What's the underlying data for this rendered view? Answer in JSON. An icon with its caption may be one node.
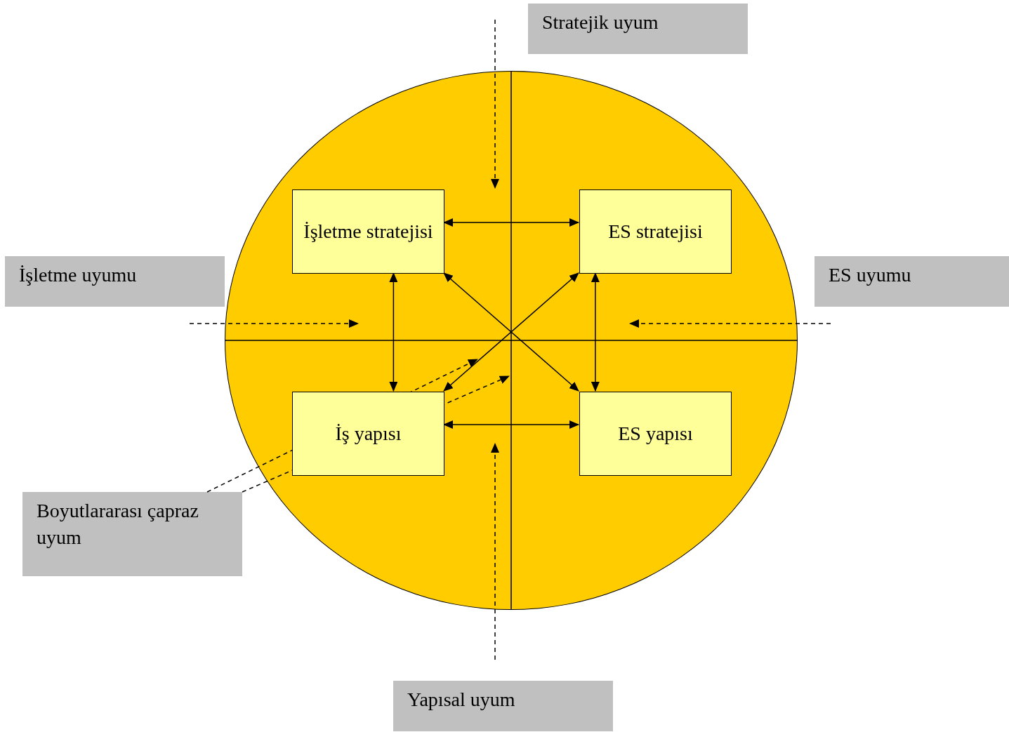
{
  "diagram": {
    "nodes": [
      {
        "text": [],
        "shape": "circle"
      },
      {
        "text": [
          "İşletme stratejisi"
        ],
        "in": 0
      },
      {
        "text": [
          "ES stratejisi"
        ],
        "in": 0
      },
      {
        "text": [
          "İş yapısı"
        ],
        "in": 0
      },
      {
        "text": [
          "ES yapısı"
        ],
        "in": 0
      },
      {
        "text": [
          "Stratejik uyum"
        ]
      },
      {
        "text": [
          "İşletme uyumu"
        ]
      },
      {
        "text": [
          "ES uyumu"
        ]
      },
      {
        "text": [
          "Boyutlararası çapraz uyum"
        ]
      },
      {
        "text": [
          "Yapısal uyum"
        ]
      }
    ],
    "edges": [
      {
        "from": 1,
        "to": 2,
        "arrow": "both"
      },
      {
        "from": 1,
        "to": 3,
        "arrow": "both"
      },
      {
        "from": 2,
        "to": 4,
        "arrow": "both"
      },
      {
        "from": 1,
        "to": 4,
        "arrow": "both"
      },
      {
        "from": 2,
        "to": 3,
        "arrow": "both"
      },
      {
        "from": 3,
        "to": 4,
        "arrow": "both"
      },
      {
        "from": 5,
        "to": null,
        "arrow": "to",
        "style": "dashed"
      },
      {
        "from": 6,
        "to": null,
        "arrow": "to",
        "style": "dashed"
      },
      {
        "from": 7,
        "to": null,
        "arrow": "to",
        "style": "dashed"
      },
      {
        "from": 9,
        "to": null,
        "arrow": "to",
        "style": "dashed"
      },
      {
        "from": 8,
        "to": null,
        "arrow": "to",
        "style": "dashed"
      },
      {
        "from": 8,
        "to": null,
        "arrow": "to",
        "style": "dashed"
      }
    ]
  }
}
